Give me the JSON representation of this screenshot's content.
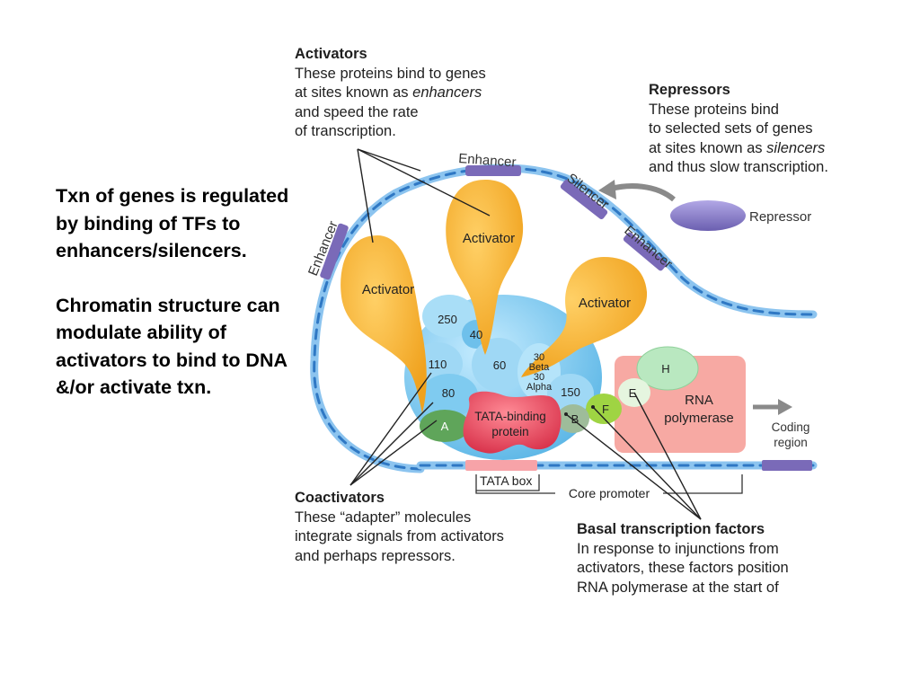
{
  "side_text": {
    "p1": "Txn of genes is regulated by binding of TFs to enhancers/silencers.",
    "p2": "Chromatin structure can modulate ability of activators to bind to DNA &/or activate txn."
  },
  "captions": {
    "activators": {
      "title": "Activators",
      "line1": "These proteins bind to genes",
      "line2a": "at sites known as ",
      "line2b": "enhancers",
      "line3": "and speed the rate",
      "line4": "of transcription."
    },
    "repressors": {
      "title": "Repressors",
      "line1": "These proteins bind",
      "line2": "to selected sets of genes",
      "line3a": "at sites known as ",
      "line3b": "silencers",
      "line4": "and thus slow transcription."
    },
    "coactivators": {
      "title": "Coactivators",
      "line1": "These “adapter” molecules",
      "line2": "integrate signals from activators",
      "line3": "and perhaps repressors."
    },
    "basal": {
      "title": "Basal transcription factors",
      "line1": "In response to injunctions from",
      "line2": "activators, these factors position",
      "line3": "RNA polymerase at the start of"
    }
  },
  "labels": {
    "enhancer_top": "Enhancer",
    "enhancer_left": "Enhancer",
    "enhancer_right": "Enhancer",
    "silencer": "Silencer",
    "repressor": "Repressor",
    "activator_left": "Activator",
    "activator_top": "Activator",
    "activator_right": "Activator",
    "n250": "250",
    "n40": "40",
    "n110": "110",
    "n60": "60",
    "n80": "80",
    "n30beta_1": "30",
    "n30beta_2": "Beta",
    "n30alpha_1": "30",
    "n30alpha_2": "Alpha",
    "n150": "150",
    "tbp_1": "TATA-binding",
    "tbp_2": "protein",
    "a": "A",
    "b": "B",
    "f": "F",
    "e": "E",
    "h": "H",
    "rnapol_1": "RNA",
    "rnapol_2": "polymerase",
    "coding_1": "Coding",
    "coding_2": "region",
    "tata_box": "TATA box",
    "core_promoter": "Core promoter"
  },
  "colors": {
    "activator": "#f7b733",
    "coactivator": "#7fc9ec",
    "tbp": "#e84a5f",
    "rna_pol": "#f7a9a3",
    "dna": "#3b8fd1",
    "repressor": "#8a7fc8",
    "factor_a": "#5fa55a",
    "factor_f": "#9fd443",
    "factor_h": "#a8e0b0"
  }
}
